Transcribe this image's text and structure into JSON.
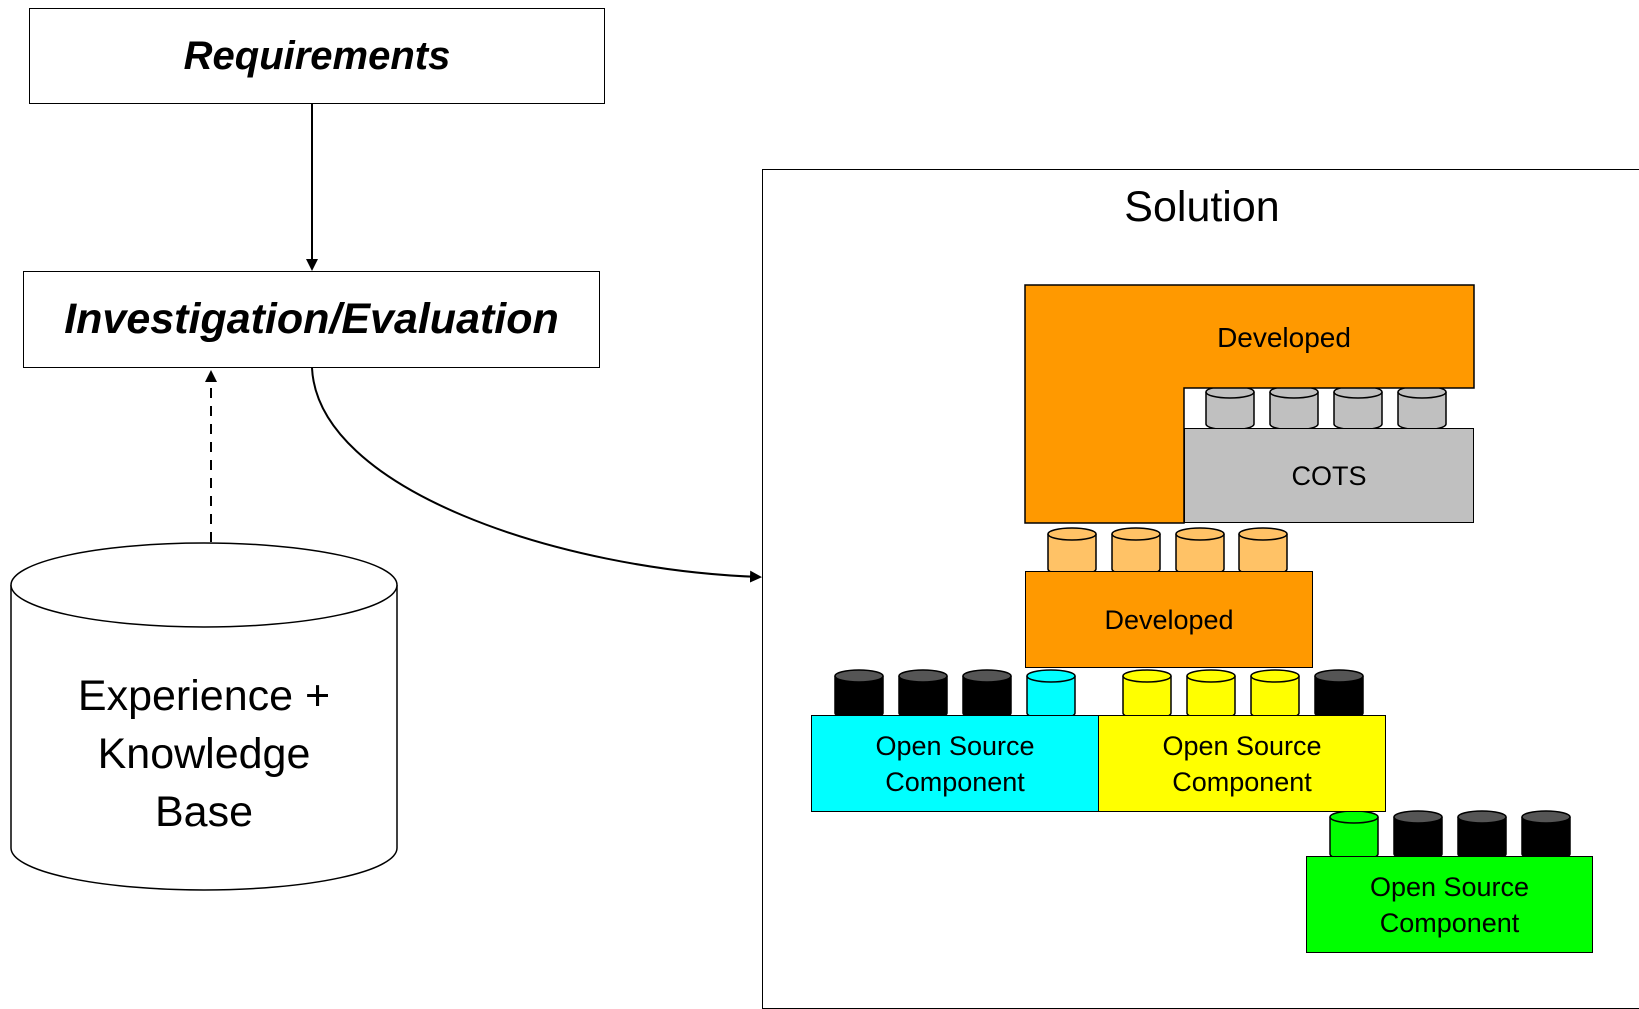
{
  "requirements": {
    "label": "Requirements"
  },
  "investigation": {
    "label": "Investigation/Evaluation"
  },
  "knowledge_base": {
    "line1": "Experience +",
    "line2": "Knowledge",
    "line3": "Base"
  },
  "solution": {
    "title": "Solution",
    "developed_top": "Developed",
    "cots": "COTS",
    "developed_middle": "Developed",
    "open_source_cyan": {
      "line1": "Open Source",
      "line2": "Component"
    },
    "open_source_yellow": {
      "line1": "Open Source",
      "line2": "Component"
    },
    "open_source_green": {
      "line1": "Open Source",
      "line2": "Component"
    }
  },
  "colors": {
    "developed": "#FF9900",
    "developed_studs": "#FFC266",
    "cots": "#C0C0C0",
    "cyan": "#00FFFF",
    "yellow": "#FFFF00",
    "green": "#00FF00",
    "black_stud": "#000000"
  }
}
